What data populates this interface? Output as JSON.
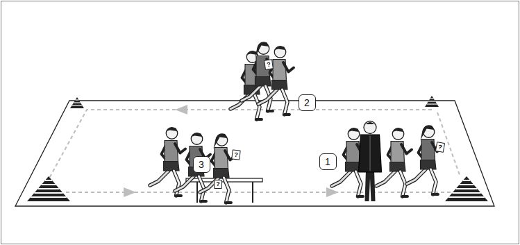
{
  "diagram": {
    "nodes": [
      {
        "text": [
          "2"
        ]
      },
      {
        "text": [
          "?"
        ]
      },
      {
        "text": [
          "3"
        ]
      },
      {
        "text": [
          "?"
        ]
      },
      {
        "text": [
          "?"
        ]
      },
      {
        "text": [
          "1"
        ]
      },
      {
        "text": [
          "?"
        ]
      }
    ]
  }
}
